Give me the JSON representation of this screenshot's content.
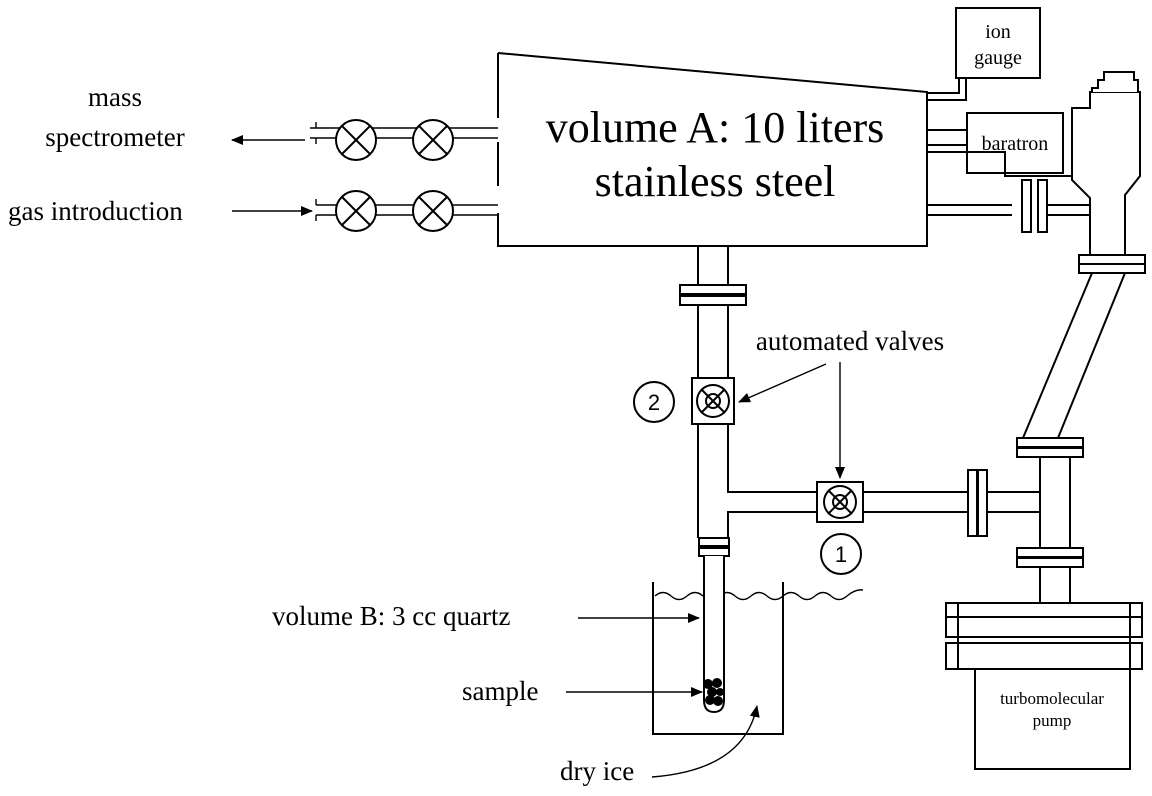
{
  "volume_a": {
    "line1": "volume A: 10 liters",
    "line2": "stainless steel"
  },
  "labels": {
    "mass_spectrometer_line1": "mass",
    "mass_spectrometer_line2": "spectrometer",
    "gas_introduction": "gas introduction",
    "ion_gauge_line1": "ion",
    "ion_gauge_line2": "gauge",
    "baratron": "baratron",
    "automated_valves": "automated valves",
    "valve_1": "1",
    "valve_2": "2",
    "volume_b": "volume B: 3 cc quartz",
    "sample": "sample",
    "dry_ice": "dry ice",
    "pump_line1": "turbomolecular",
    "pump_line2": "pump"
  }
}
